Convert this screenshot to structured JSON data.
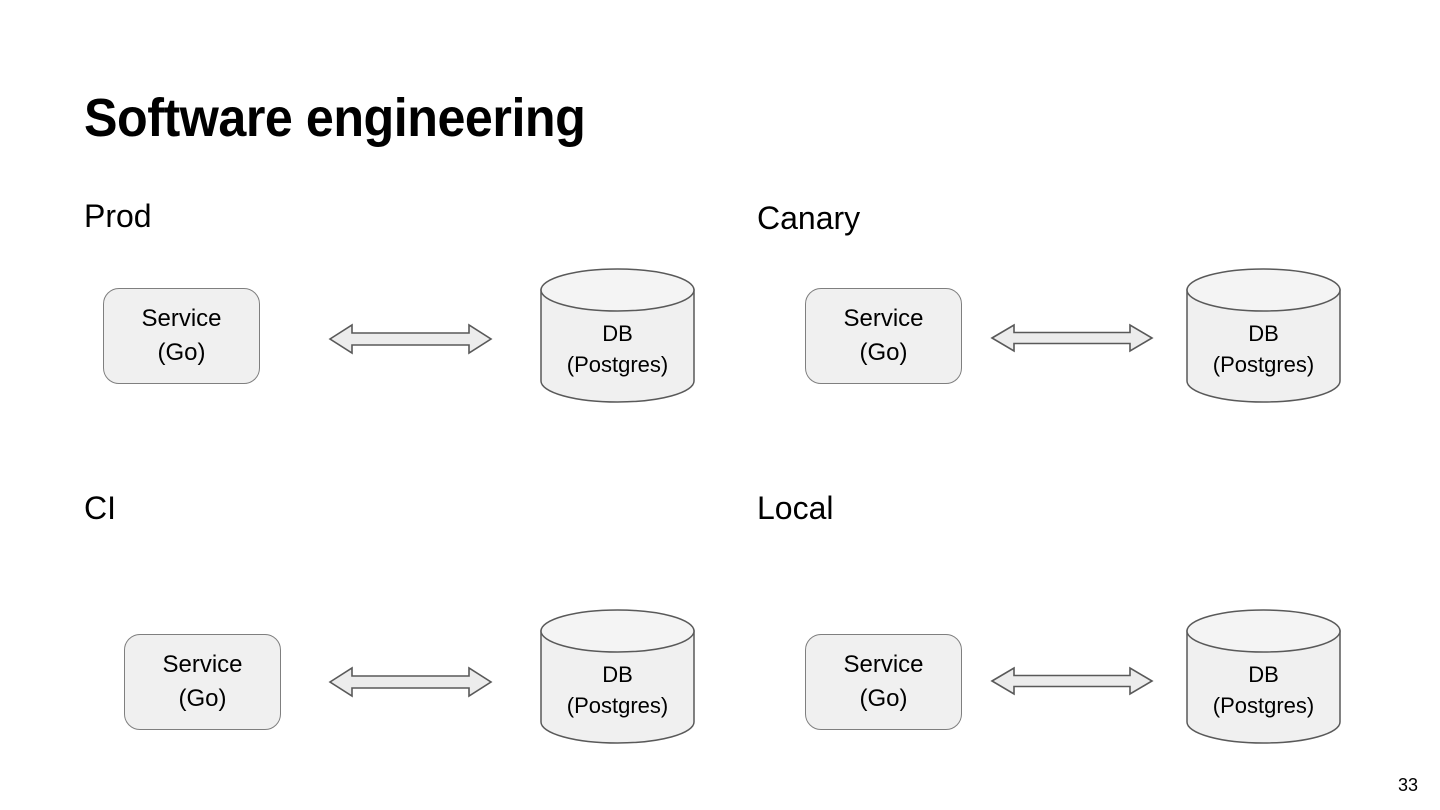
{
  "slide": {
    "title": "Software engineering",
    "page_number": "33",
    "background_color": "#ffffff",
    "text_color": "#000000"
  },
  "style": {
    "shape_fill": "#f0f0f0",
    "shape_stroke": "#7f7f7f",
    "arrow_fill": "#ececec",
    "arrow_stroke": "#595959"
  },
  "sections": [
    {
      "id": "prod",
      "label": "Prod",
      "service": {
        "line1": "Service",
        "line2": "(Go)"
      },
      "connector": "double-headed-arrow",
      "database": {
        "line1": "DB",
        "line2": "(Postgres)"
      }
    },
    {
      "id": "canary",
      "label": "Canary",
      "service": {
        "line1": "Service",
        "line2": "(Go)"
      },
      "connector": "double-headed-arrow",
      "database": {
        "line1": "DB",
        "line2": "(Postgres)"
      }
    },
    {
      "id": "ci",
      "label": "CI",
      "service": {
        "line1": "Service",
        "line2": "(Go)"
      },
      "connector": "double-headed-arrow",
      "database": {
        "line1": "DB",
        "line2": "(Postgres)"
      }
    },
    {
      "id": "local",
      "label": "Local",
      "service": {
        "line1": "Service",
        "line2": "(Go)"
      },
      "connector": "double-headed-arrow",
      "database": {
        "line1": "DB",
        "line2": "(Postgres)"
      }
    }
  ]
}
